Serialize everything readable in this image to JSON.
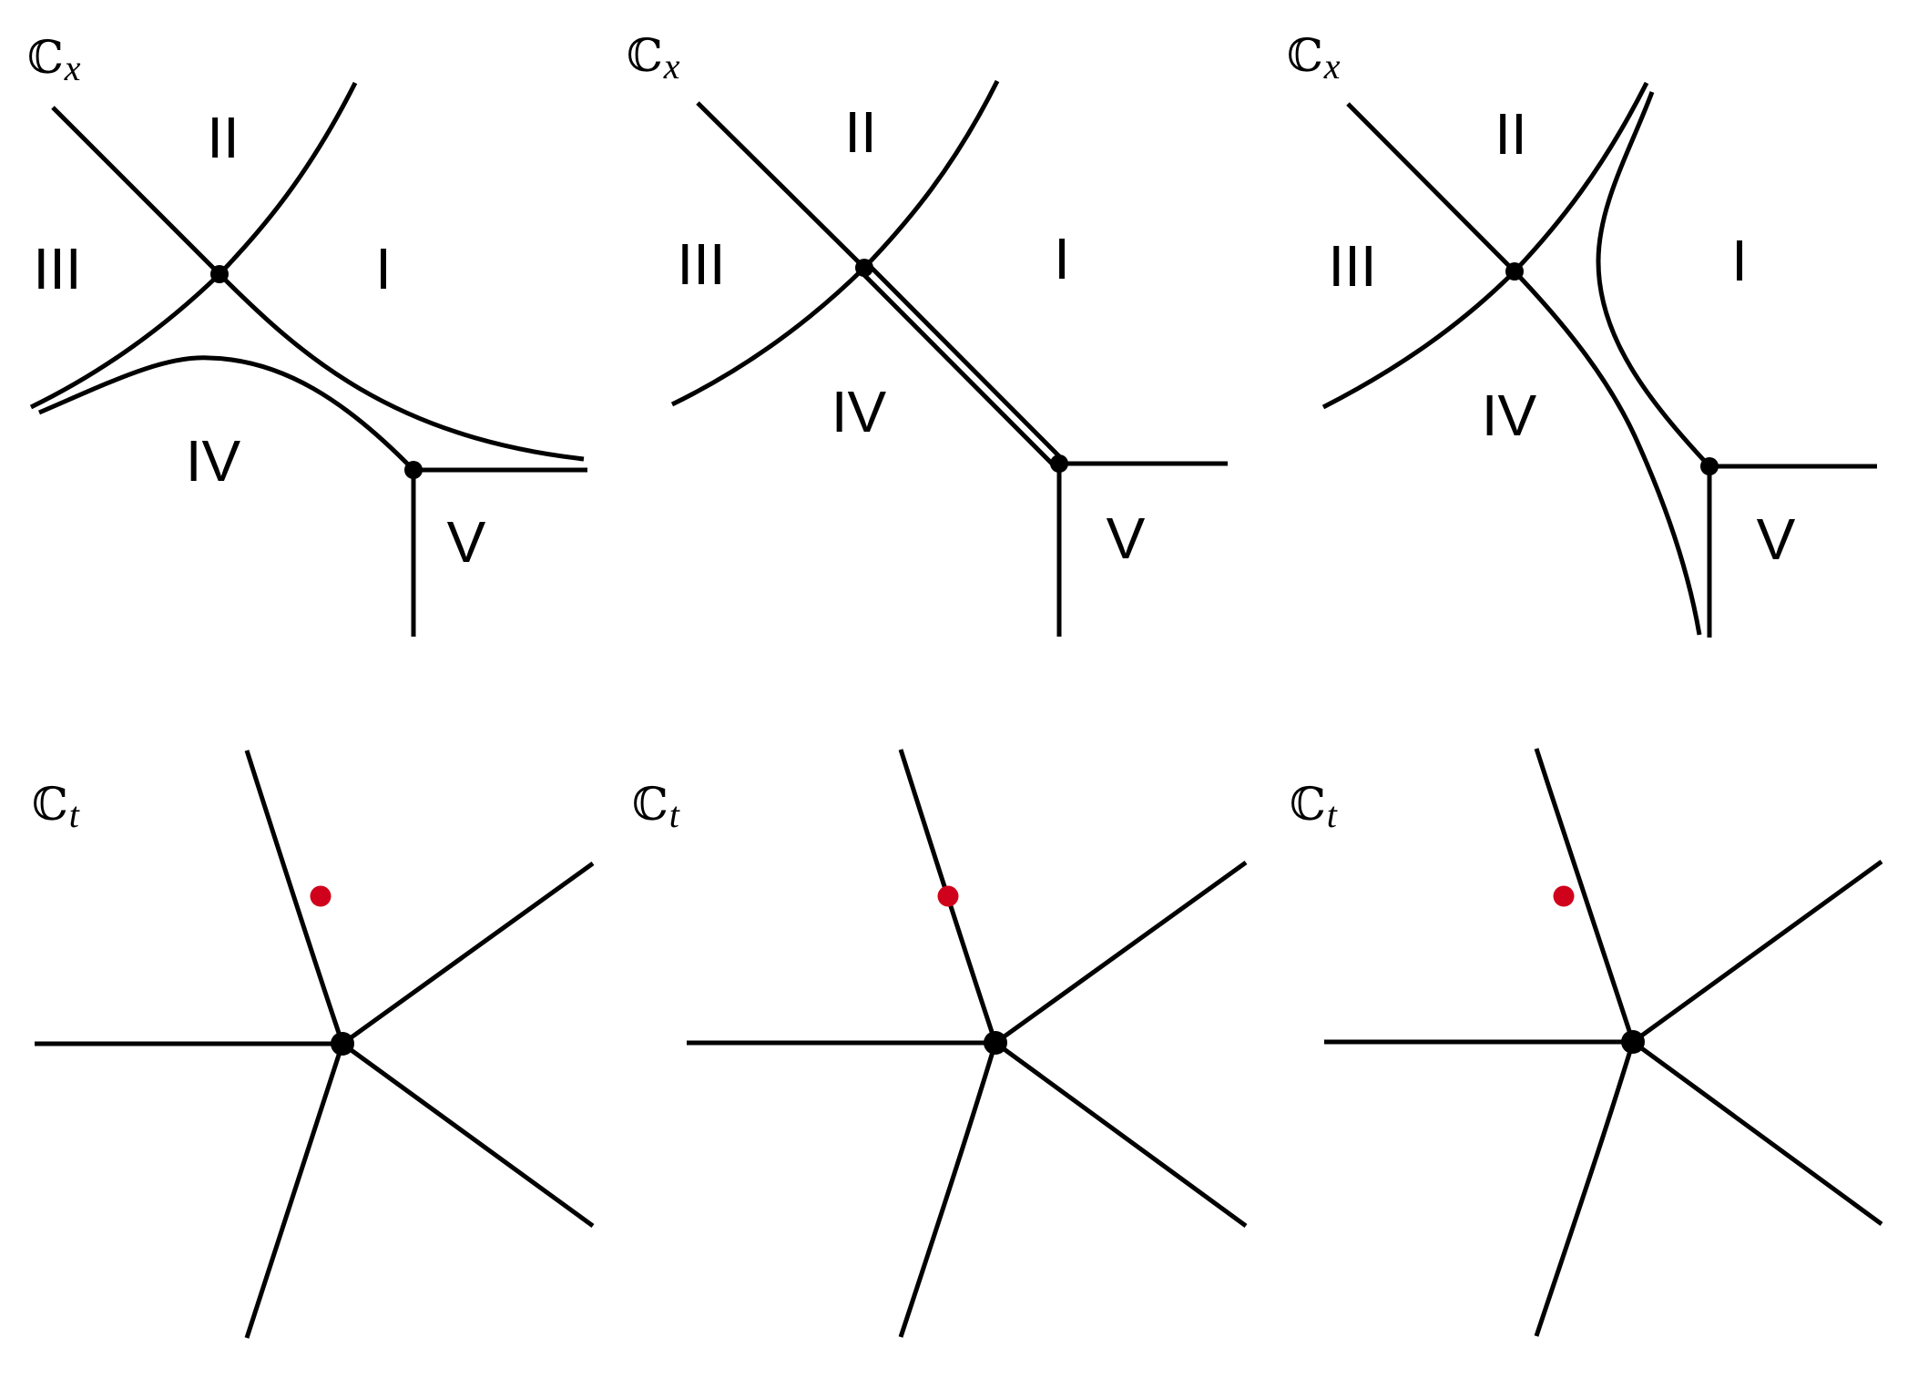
{
  "figure": {
    "colors": {
      "line": "#000000",
      "marker": "#D0021B",
      "background": "#FFFFFF"
    },
    "top_row": {
      "plane_label": {
        "main": "ℂ",
        "sub": "x"
      },
      "panels": [
        {
          "id": "cx-panel-1",
          "plane": "ℂ",
          "plane_sub": "x",
          "regions": {
            "I": "I",
            "II": "II",
            "III": "III",
            "IV": "IV",
            "V": "V"
          }
        },
        {
          "id": "cx-panel-2",
          "plane": "ℂ",
          "plane_sub": "x",
          "regions": {
            "I": "I",
            "II": "II",
            "III": "III",
            "IV": "IV",
            "V": "V"
          }
        },
        {
          "id": "cx-panel-3",
          "plane": "ℂ",
          "plane_sub": "x",
          "regions": {
            "I": "I",
            "II": "II",
            "III": "III",
            "IV": "IV",
            "V": "V"
          }
        }
      ]
    },
    "bottom_row": {
      "panels": [
        {
          "id": "ct-panel-1",
          "plane": "ℂ",
          "plane_sub": "t",
          "rays": 5,
          "marker_on_ray": false
        },
        {
          "id": "ct-panel-2",
          "plane": "ℂ",
          "plane_sub": "t",
          "rays": 5,
          "marker_on_ray": true
        },
        {
          "id": "ct-panel-3",
          "plane": "ℂ",
          "plane_sub": "t",
          "rays": 5,
          "marker_on_ray": false
        }
      ]
    }
  }
}
